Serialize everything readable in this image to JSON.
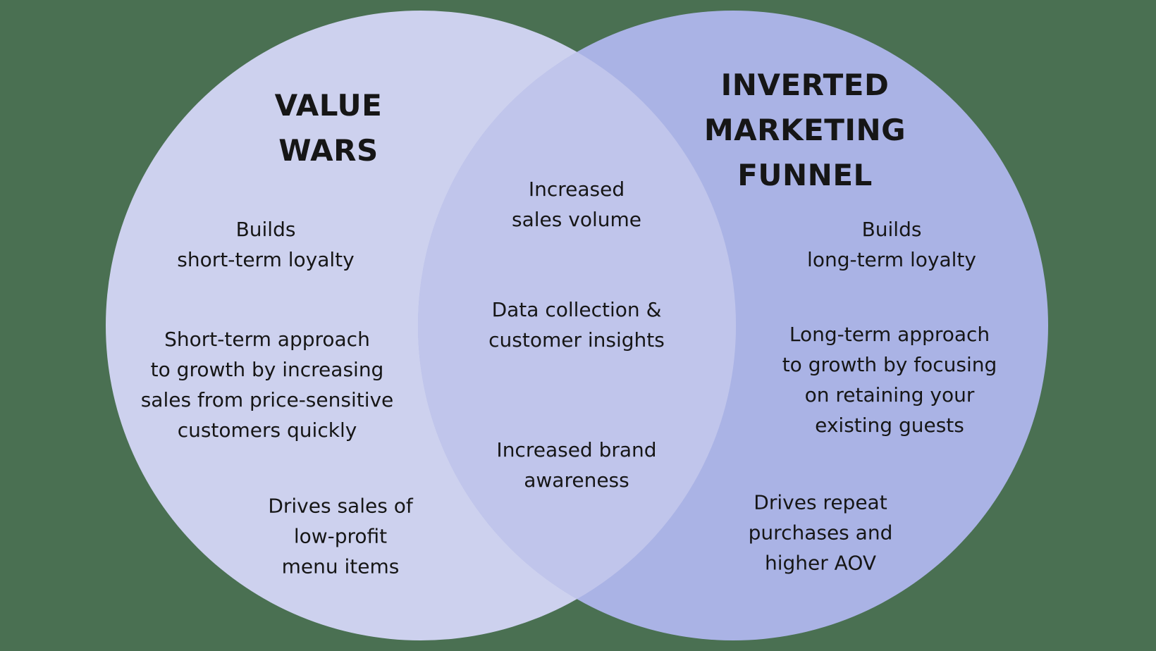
{
  "background_color": "#4a7052",
  "text_color": "#161616",
  "diagram": {
    "type": "venn",
    "left_circle": {
      "title": "VALUE\nWARS",
      "color": "#cdd1ee",
      "items": [
        "Builds\nshort-term loyalty",
        "Short-term approach\nto growth by increasing\nsales from price-sensitive\ncustomers quickly",
        "Drives sales of\nlow-profit\nmenu items"
      ]
    },
    "overlap": {
      "color": "#c0c5eb",
      "items": [
        "Increased\nsales volume",
        "Data collection &\ncustomer insights",
        "Increased brand\nawareness"
      ]
    },
    "right_circle": {
      "title": "INVERTED\nMARKETING\nFUNNEL",
      "color": "#aab3e5",
      "items": [
        "Builds\nlong-term loyalty",
        "Long-term approach\nto growth by focusing\non retaining your\nexisting guests",
        "Drives repeat\npurchases and\nhigher AOV"
      ]
    }
  }
}
